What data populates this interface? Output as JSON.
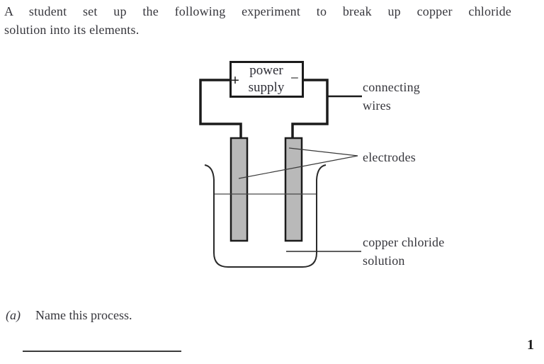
{
  "intro": {
    "line1": "A student set up the following experiment to break up copper chloride",
    "line2": "solution into its elements."
  },
  "diagram": {
    "power_supply_label": "power supply",
    "plus_sign": "+",
    "minus_sign": "−",
    "labels": {
      "connecting_wires": "connecting wires",
      "electrodes": "electrodes",
      "copper_chloride_solution": "copper chloride solution"
    },
    "colors": {
      "electrode_fill": "#b9b9b9",
      "line": "#1b1b1b"
    }
  },
  "question": {
    "label": "(a)",
    "text": "Name this process."
  },
  "marks": "1"
}
